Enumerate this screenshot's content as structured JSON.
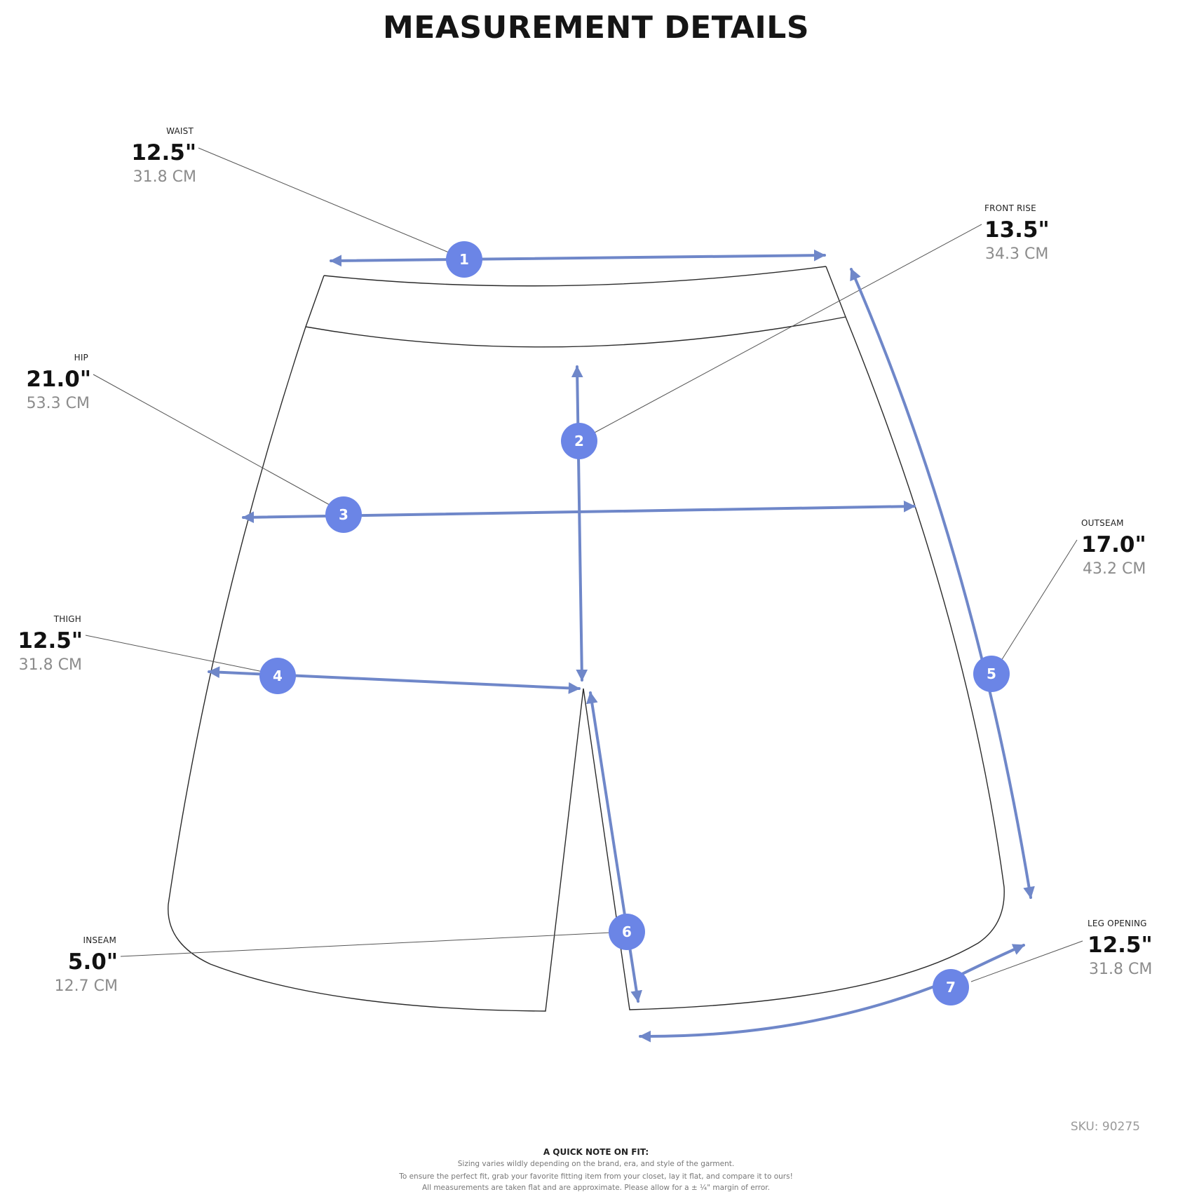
{
  "title": "MEASUREMENT DETAILS",
  "accent_color": "#6b85e6",
  "arrow_color": "#6f87c9",
  "measurements": [
    {
      "number": "1",
      "label": "WAIST",
      "inches": "12.5\"",
      "cm": "31.8 CM"
    },
    {
      "number": "2",
      "label": "FRONT RISE",
      "inches": "13.5\"",
      "cm": "34.3 CM"
    },
    {
      "number": "3",
      "label": "HIP",
      "inches": "21.0\"",
      "cm": "53.3 CM"
    },
    {
      "number": "4",
      "label": "THIGH",
      "inches": "12.5\"",
      "cm": "31.8 CM"
    },
    {
      "number": "5",
      "label": "OUTSEAM",
      "inches": "17.0\"",
      "cm": "43.2 CM"
    },
    {
      "number": "6",
      "label": "INSEAM",
      "inches": "5.0\"",
      "cm": "12.7 CM"
    },
    {
      "number": "7",
      "label": "LEG OPENING",
      "inches": "12.5\"",
      "cm": "31.8 CM"
    }
  ],
  "sku": "SKU: 90275",
  "note": {
    "title": "A QUICK NOTE ON FIT:",
    "lines": [
      "Sizing varies wildly depending on the brand, era, and style of the garment.",
      "To ensure the perfect fit, grab your favorite fitting item from your closet, lay it flat, and compare it to ours!",
      "All measurements are taken flat and are approximate. Please allow for a ± ¼\" margin of error."
    ]
  }
}
